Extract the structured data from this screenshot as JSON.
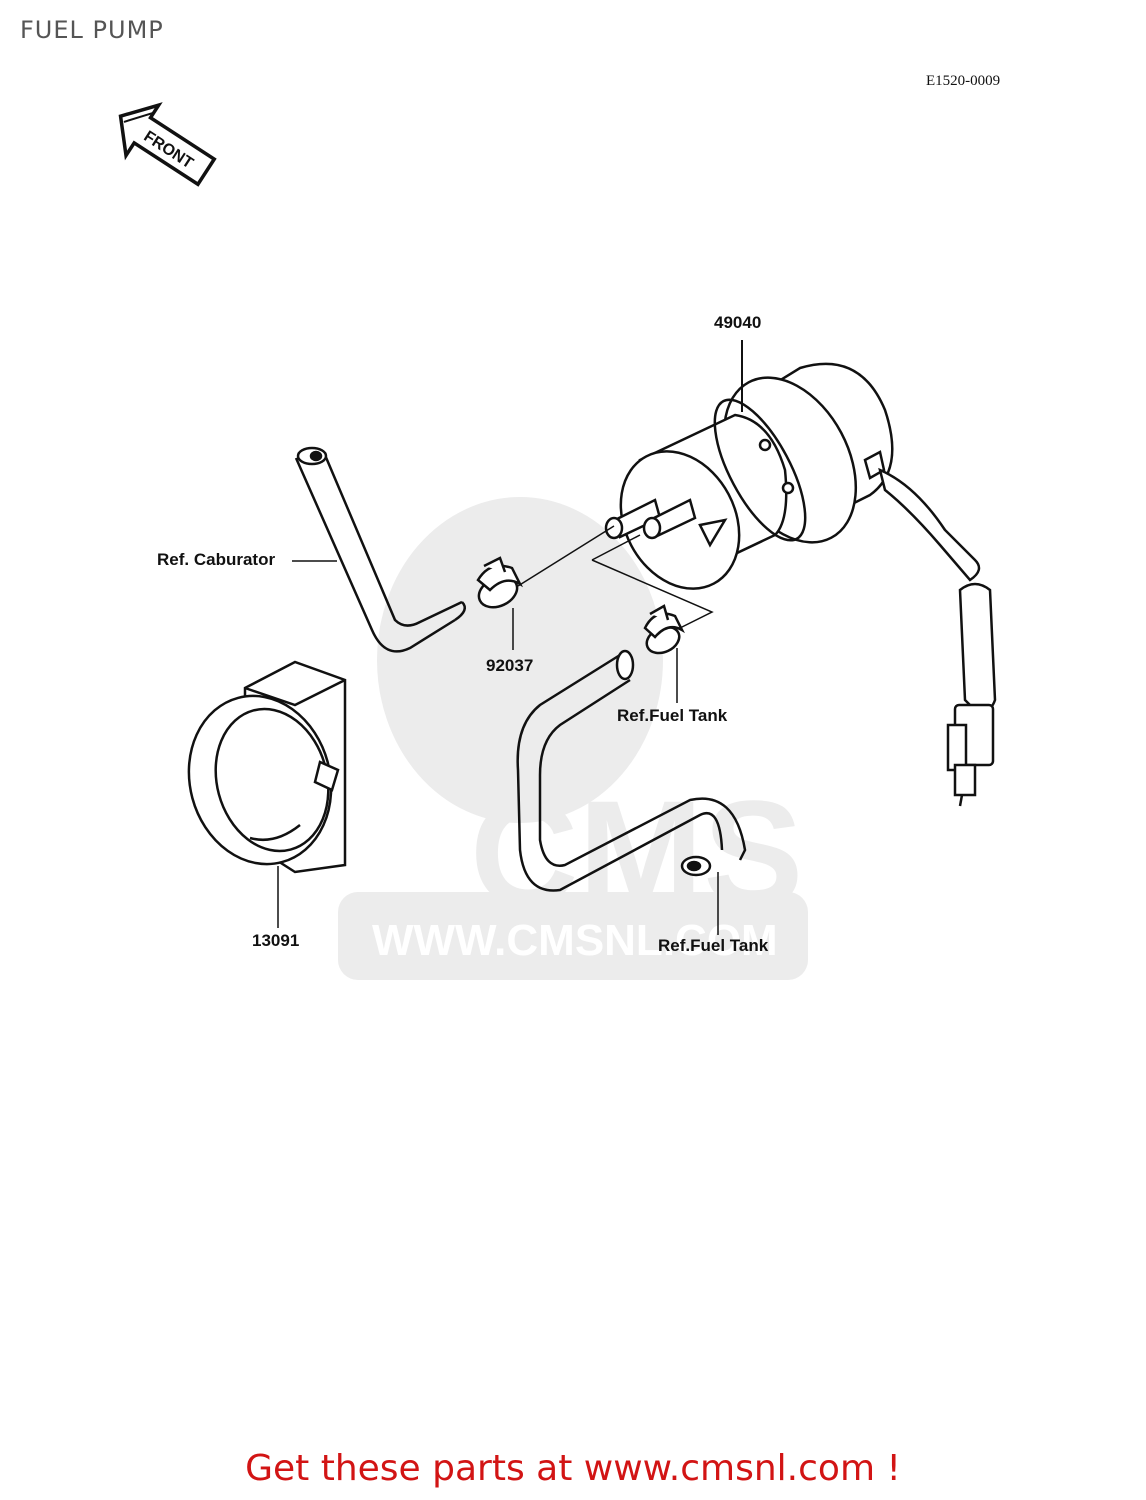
{
  "header": {
    "title": "FUEL PUMP",
    "diagram_code": "E1520-0009"
  },
  "front_indicator": {
    "text": "FRONT",
    "icon": "front-arrow-icon"
  },
  "parts": {
    "fuel_pump": "49040",
    "clamp": "92037",
    "bracket": "13091"
  },
  "references": {
    "carburetor": "Ref. Caburator",
    "fuel_tank_1": "Ref.Fuel Tank",
    "fuel_tank_2": "Ref.Fuel Tank"
  },
  "watermark": {
    "logo_text": "CMS",
    "url_text": "WWW.CMSNL.COM"
  },
  "footer": {
    "cta": "Get these parts at www.cmsnl.com !"
  },
  "colors": {
    "footer_text": "#d21414",
    "watermark": "#ececec",
    "line": "#111111"
  }
}
